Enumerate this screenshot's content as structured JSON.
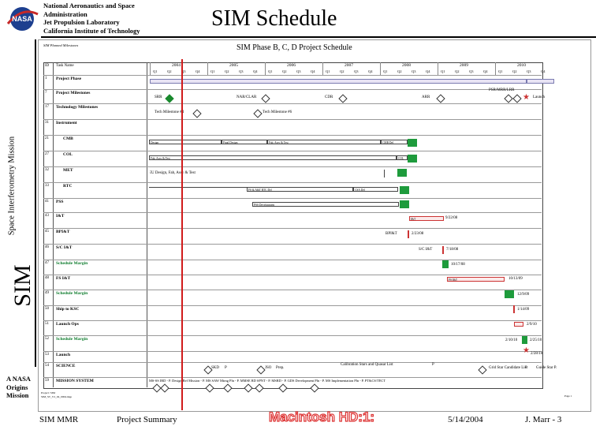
{
  "header": {
    "org_lines": [
      "National Aeronautics and Space",
      "Administration",
      "Jet Propulsion Laboratory",
      "California Institute of Technology"
    ],
    "logo_text": "NASA",
    "title": "SIM Schedule"
  },
  "sidebar": {
    "subtitle": "Space Interferometry Mission",
    "acronym": "SIM",
    "origins_lines": [
      "A NASA",
      "Origins",
      "Mission"
    ]
  },
  "chart": {
    "small_label": "SIM Planned Milestones",
    "title": "SIM Phase B, C, D Project Schedule",
    "col_id": "ID",
    "col_name": "Task Name",
    "years": [
      "2004",
      "2005",
      "2006",
      "2007",
      "2008",
      "2009",
      "2010"
    ],
    "quarter_labels": [
      "Q1",
      "Q2",
      "Q3",
      "Q4"
    ],
    "rows": [
      {
        "id": "1",
        "name": "Project Phase"
      },
      {
        "id": "7",
        "name": "Project Milestones"
      },
      {
        "id": "17",
        "name": "Technology Milestones"
      },
      {
        "id": "31",
        "name": "Instrument"
      },
      {
        "id": "21",
        "name": "CMB"
      },
      {
        "id": "27",
        "name": "COL"
      },
      {
        "id": "32",
        "name": "MET"
      },
      {
        "id": "33",
        "name": "RTC"
      },
      {
        "id": "41",
        "name": "PSS"
      },
      {
        "id": "43",
        "name": "I&T"
      },
      {
        "id": "45",
        "name": "BPI&T"
      },
      {
        "id": "46",
        "name": "S/C I&T"
      },
      {
        "id": "47",
        "name": "Schedule Margin"
      },
      {
        "id": "48",
        "name": "FS I&T"
      },
      {
        "id": "49",
        "name": "Schedule Margin"
      },
      {
        "id": "50",
        "name": "Ship to KSC"
      },
      {
        "id": "51",
        "name": "Launch Ops"
      },
      {
        "id": "52",
        "name": "Schedule Margin"
      },
      {
        "id": "53",
        "name": "Launch"
      },
      {
        "id": "54",
        "name": "SCIENCE"
      },
      {
        "id": "59",
        "name": "MISSION SYSTEM"
      }
    ],
    "milestones": {
      "srr": "SRR",
      "narclar": "NAR/CLAR",
      "cdr": "CDR",
      "arr": "ARR",
      "psr": "PSR/MRR/LRR",
      "launch": "Launch",
      "tech4": "Tech Milestone #4",
      "tech6": "Tech Milestone #6"
    },
    "bar_labels": {
      "cmb_a": "Design",
      "cmb_b": "Final Design",
      "cmb_c": "Fab, Assy & Test",
      "cmb_d": "CMB Del",
      "col_a": "Fab, Assy & Test",
      "col_b": "COL Del",
      "met_a": "EU Design, Fab, Assy & Test",
      "rtc_a": "FS & A&T RTC Del",
      "rtc_b": "CSA Del",
      "pss_a": "PSS Development",
      "it_a": "I&T",
      "bpit_a": "BPI&T",
      "scit_a": "S/C I&T",
      "fsit_a": "FS I&T"
    },
    "dates": {
      "it": "9/22/08",
      "bpit": "2/23/08",
      "scit": "7/18/08",
      "sm1": "10/17/08",
      "fsit": "10/13/09",
      "sm2": "12/9/09",
      "ship": "1/14/09",
      "launchops": "2/9/10",
      "sm3_a": "2/10/10",
      "sm3_b": "2/25/10",
      "launch": "2/28/10"
    },
    "science_labels": [
      "SKD",
      "P",
      "JSO",
      "Prep.",
      "Calibration Stars and Quasar List",
      "P",
      "Grid Star Candidate List",
      "P",
      "Guide Star P."
    ],
    "mission_text": "MS-SS IRD - P. Design Ref Mission - P. MS SAW Mtrng Pln - P. MMSE RD SPNT - P. MSRD - P. GDS Development Pln - P. MS Implementation Pln - P. PT&CS/TECT",
    "footer_small": [
      "Project: SIM",
      "SIM_ST_V2_04_0004.mpp"
    ],
    "page": "Page 1"
  },
  "footer": {
    "event": "SIM MMR",
    "section": "Project Summary",
    "stamp": "Macintosh HD:1:",
    "date": "5/14/2004",
    "author": "J. Marr - 3"
  },
  "colors": {
    "green": "#1e9b3c",
    "red": "#d01b1b",
    "lavender": "#e8e4f4"
  }
}
